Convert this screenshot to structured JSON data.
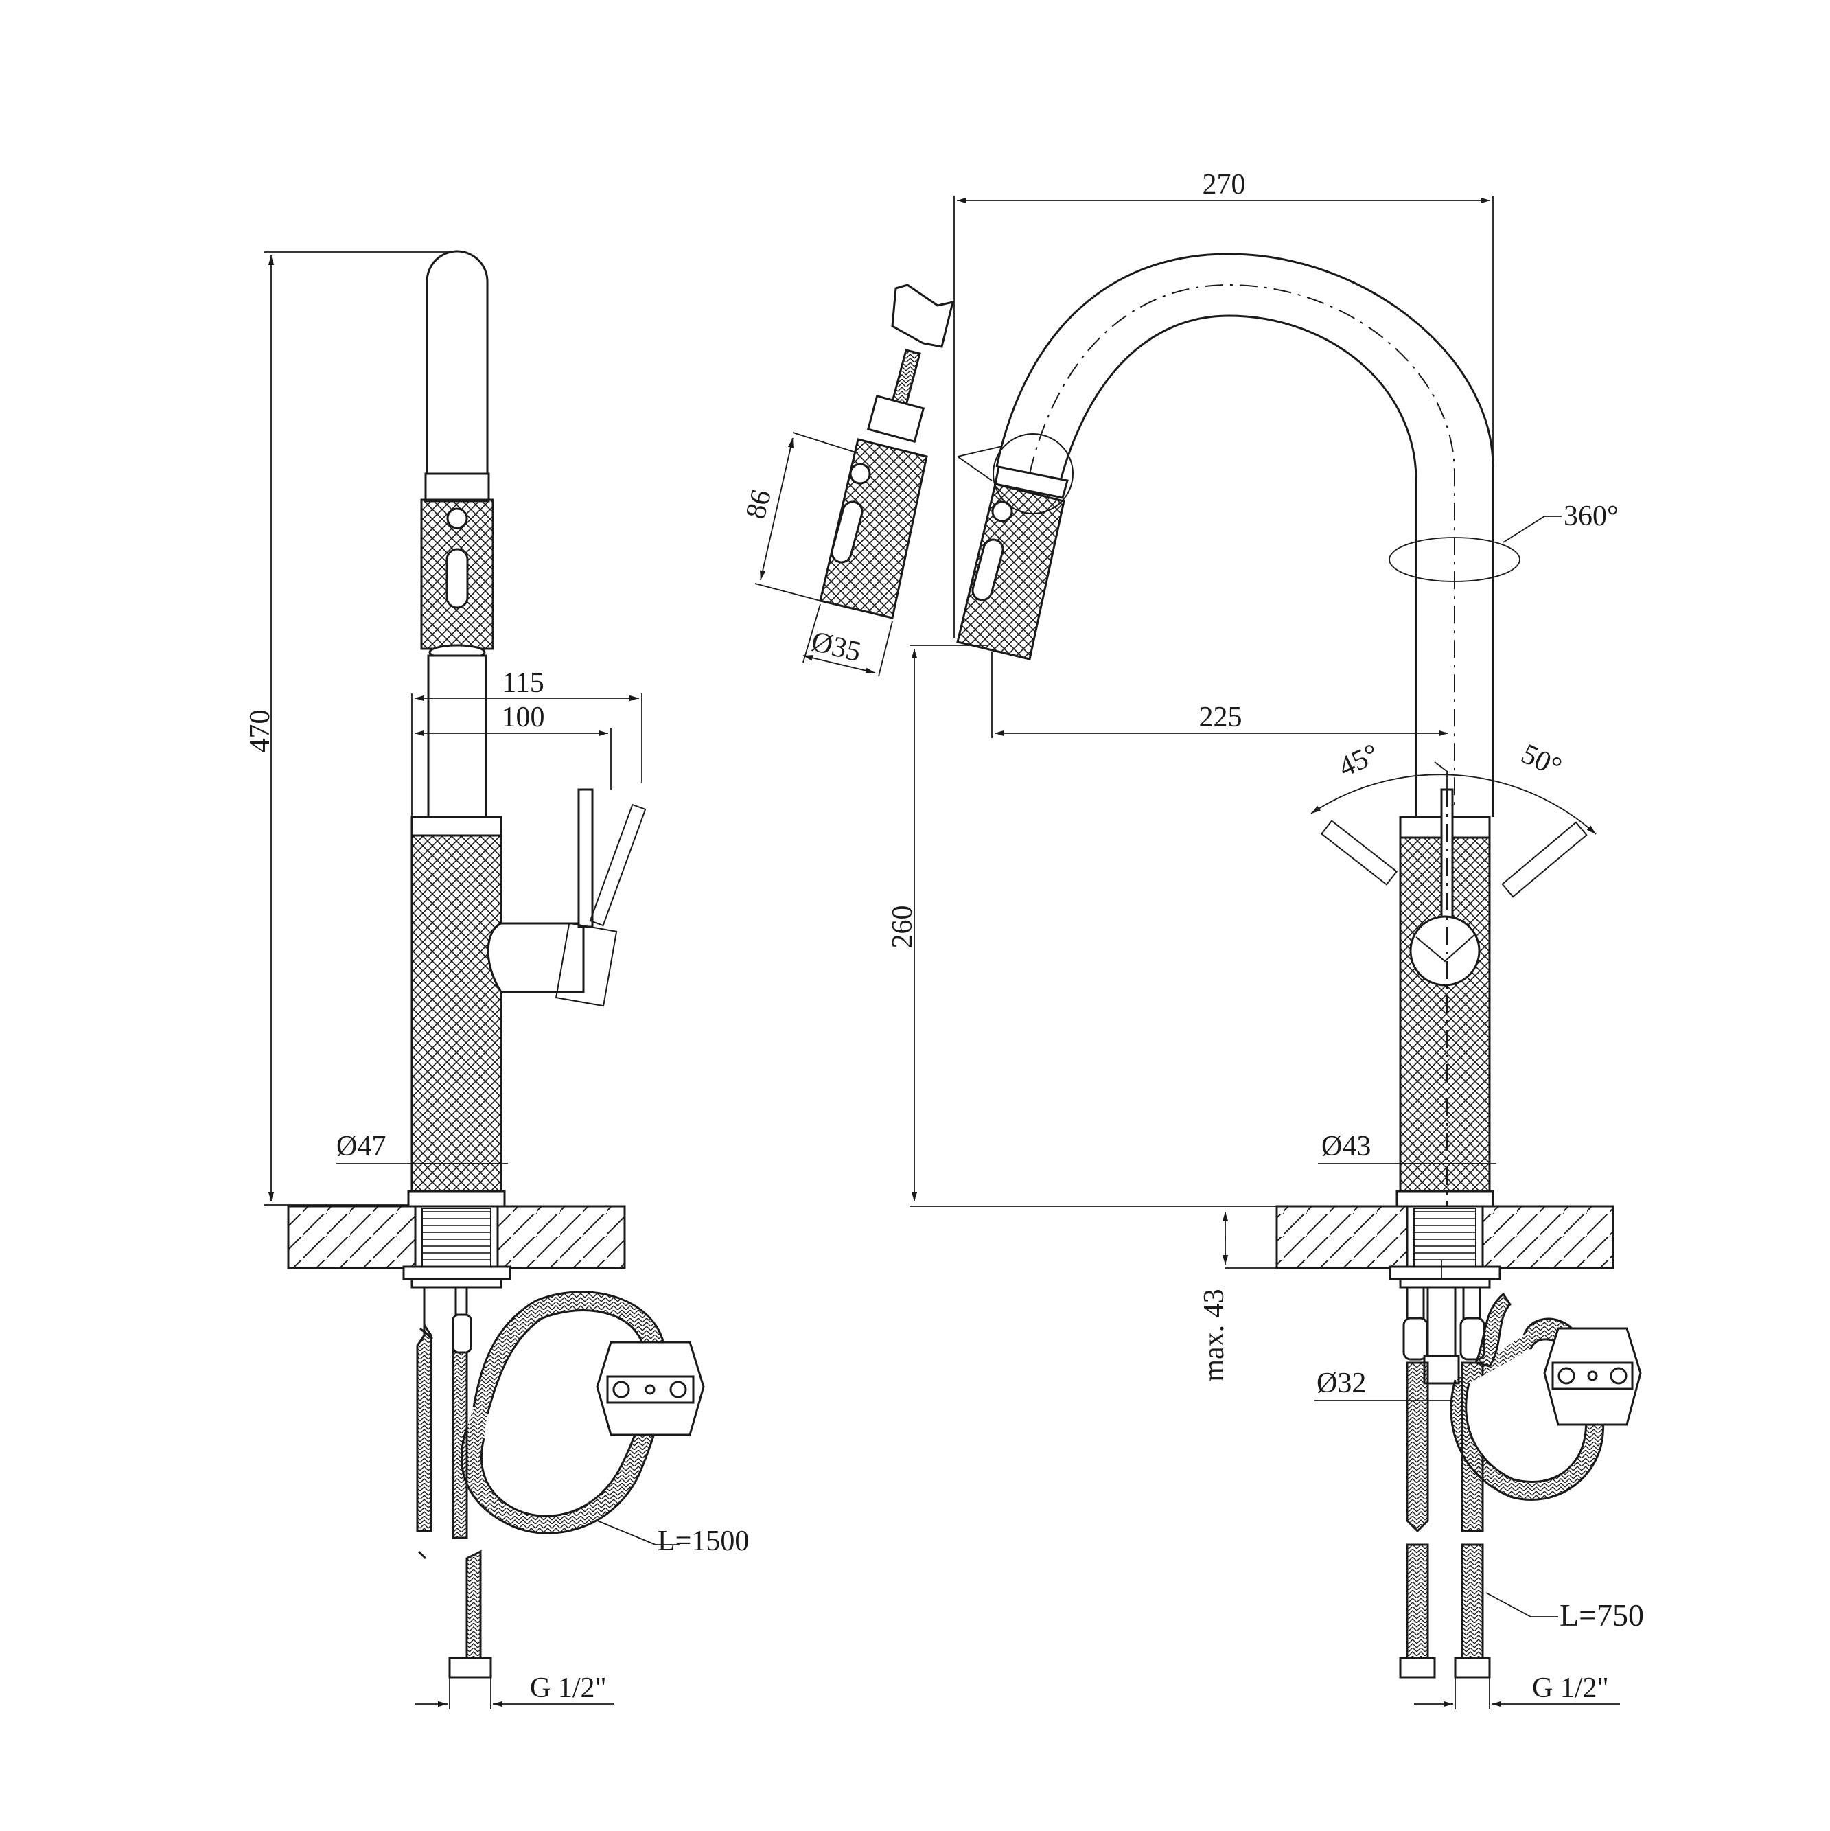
{
  "drawing": {
    "side_view": {
      "height_total": "470",
      "spout_reach_lever": "115",
      "spout_reach": "100",
      "body_diameter": "Ø47",
      "hose_length": "L=1500",
      "thread": "G 1/2\""
    },
    "front_view": {
      "spout_width": "270",
      "spout_reach": "225",
      "spout_height": "260",
      "head_length": "86",
      "head_diameter": "Ø35",
      "rotation": "360°",
      "lever_angle_left": "45°",
      "lever_angle_right": "50°",
      "body_diameter": "Ø43",
      "counter_thickness": "max. 43",
      "shank_diameter": "Ø32",
      "hose_length": "L=750",
      "thread": "G 1/2\""
    }
  }
}
